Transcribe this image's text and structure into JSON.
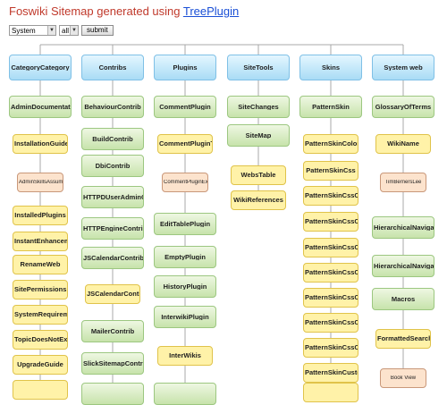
{
  "title": {
    "prefix": "Foswiki Sitemap generated using ",
    "link": "TreePlugin"
  },
  "controls": {
    "web_select": "System",
    "scope_select": "all",
    "submit_label": "submit"
  },
  "columns": [
    {
      "header": "CategoryCategory",
      "items": [
        {
          "label": "AdminDocumentation",
          "style": "green"
        },
        {
          "label": "InstallationGuide",
          "style": "yellow"
        },
        {
          "label": "AdminSkillsAssumptions",
          "style": "peach"
        },
        {
          "label": "InstalledPlugins",
          "style": "yellow"
        },
        {
          "label": "InstantEnhancements",
          "style": "yellow"
        },
        {
          "label": "RenameWeb",
          "style": "yellow"
        },
        {
          "label": "SitePermissions",
          "style": "yellow"
        },
        {
          "label": "SystemRequirements",
          "style": "yellow"
        },
        {
          "label": "TopicDoesNotExistViewTemplate",
          "style": "yellow"
        },
        {
          "label": "UpgradeGuide",
          "style": "yellow"
        },
        {
          "label": "",
          "style": "yellow"
        }
      ]
    },
    {
      "header": "Contribs",
      "items": [
        {
          "label": "BehaviourContrib",
          "style": "green"
        },
        {
          "label": "BuildContrib",
          "style": "green"
        },
        {
          "label": "DbiContrib",
          "style": "green"
        },
        {
          "label": "HTTPDUserAdminContrib",
          "style": "green"
        },
        {
          "label": "HTTPEngineContrib",
          "style": "green"
        },
        {
          "label": "JSCalendarContrib",
          "style": "green"
        },
        {
          "label": "JSCalendarContribInline",
          "style": "yellow"
        },
        {
          "label": "MailerContrib",
          "style": "green"
        },
        {
          "label": "SlickSitemapContrib",
          "style": "green"
        },
        {
          "label": "",
          "style": "green"
        }
      ]
    },
    {
      "header": "Plugins",
      "items": [
        {
          "label": "CommentPlugin",
          "style": "green"
        },
        {
          "label": "CommentPluginTemplate",
          "style": "yellow"
        },
        {
          "label": "CommentPluginExamples",
          "style": "peach"
        },
        {
          "label": "EditTablePlugin",
          "style": "green"
        },
        {
          "label": "EmptyPlugin",
          "style": "green"
        },
        {
          "label": "HistoryPlugin",
          "style": "green"
        },
        {
          "label": "InterwikiPlugin",
          "style": "green"
        },
        {
          "label": "InterWikis",
          "style": "yellow"
        },
        {
          "label": "",
          "style": "green"
        }
      ]
    },
    {
      "header": "SiteTools",
      "items": [
        {
          "label": "SiteChanges",
          "style": "green"
        },
        {
          "label": "SiteMap",
          "style": "green"
        },
        {
          "label": "WebsTable",
          "style": "yellow"
        },
        {
          "label": "WikiReferences",
          "style": "yellow"
        }
      ]
    },
    {
      "header": "Skins",
      "items": [
        {
          "label": "PatternSkin",
          "style": "green"
        },
        {
          "label": "PatternSkinColorSettings",
          "style": "yellow"
        },
        {
          "label": "PatternSkinCss",
          "style": "yellow"
        },
        {
          "label": "PatternSkinCssCookbook",
          "style": "yellow"
        },
        {
          "label": "PatternSkinCssCookbookCenterPage",
          "style": "yellow"
        },
        {
          "label": "PatternSkinCssCookbookCenterPageBorder",
          "style": "yellow"
        },
        {
          "label": "PatternSkinCssCookbookEditTableStyle",
          "style": "yellow"
        },
        {
          "label": "PatternSkinCssCookbookFonts",
          "style": "yellow"
        },
        {
          "label": "PatternSkinCssCookbookNoLeftBar",
          "style": "yellow"
        },
        {
          "label": "PatternSkinCssCookbookNoTopBar",
          "style": "yellow"
        },
        {
          "label": "PatternSkinCustomization",
          "style": "yellow"
        },
        {
          "label": "",
          "style": "yellow"
        }
      ]
    },
    {
      "header": "System web",
      "items": [
        {
          "label": "GlossaryOfTerms",
          "style": "green"
        },
        {
          "label": "WikiName",
          "style": "yellow"
        },
        {
          "label": "TimBernersLee",
          "style": "peach"
        },
        {
          "label": "HierarchicalNavigation",
          "style": "green"
        },
        {
          "label": "HierarchicalNavigationChildExample",
          "style": "green"
        },
        {
          "label": "Macros",
          "style": "green"
        },
        {
          "label": "FormattedSearch",
          "style": "yellow"
        },
        {
          "label": "Book View",
          "style": "peach"
        }
      ]
    }
  ]
}
